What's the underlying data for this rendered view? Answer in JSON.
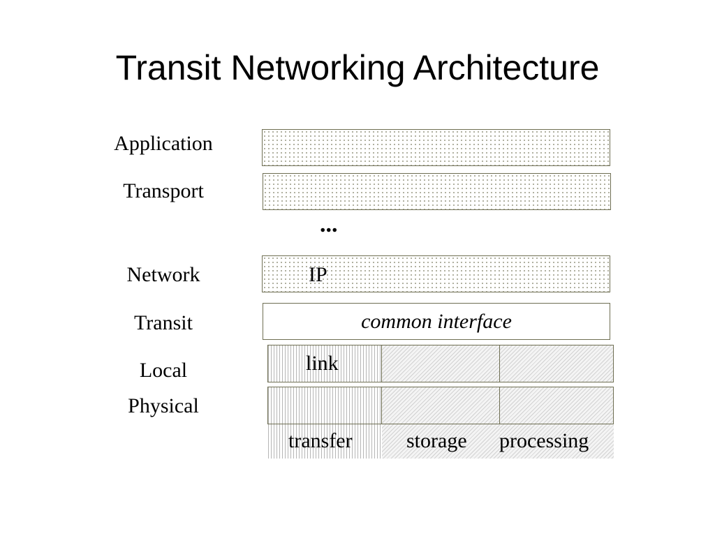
{
  "title": "Transit Networking Architecture",
  "layers": {
    "application": "Application",
    "transport": "Transport",
    "network": "Network",
    "transit": "Transit",
    "local": "Local",
    "physical": "Physical"
  },
  "ellipsis": "...",
  "boxes": {
    "ip": "IP",
    "common_interface": "common interface",
    "link": "link"
  },
  "columns": {
    "transfer": "transfer",
    "storage": "storage",
    "processing": "processing"
  },
  "colors": {
    "border": "#6e6e52",
    "dot_fill": "#9a9a86"
  }
}
